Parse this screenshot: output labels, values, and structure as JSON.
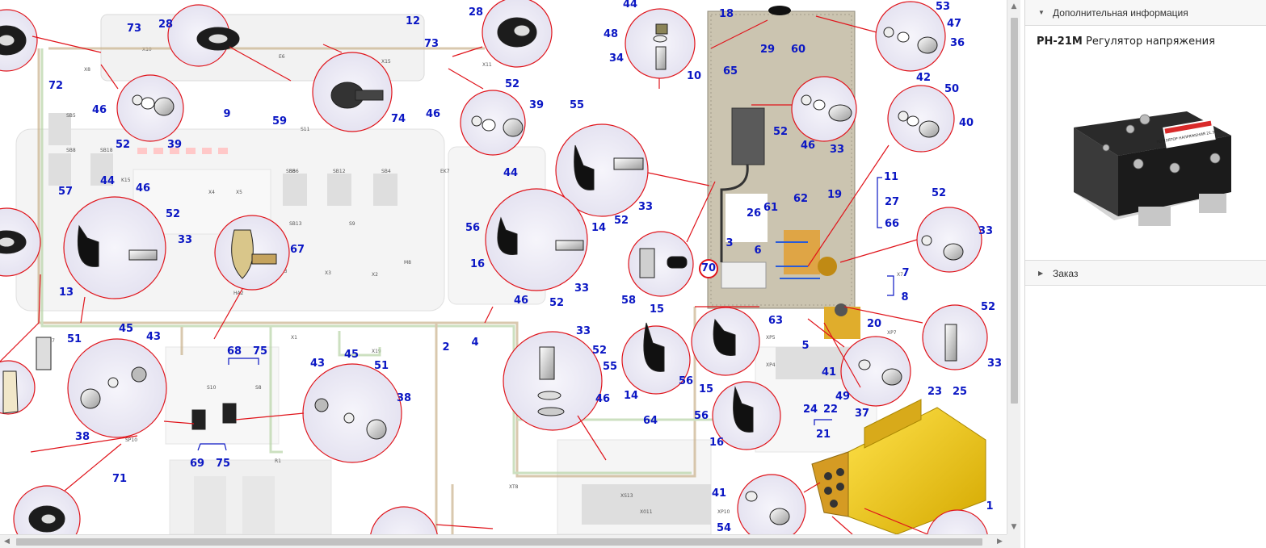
{
  "info_panel": {
    "additional_info_header": "Дополнительная информация",
    "part_code": "РН-21М",
    "part_name": "Регулятор напряжения",
    "photo_label": "РЕГУЛЯТОР НАПРЯЖЕНИЯ 21.3702",
    "order_header": "Заказ"
  },
  "diagram": {
    "callouts": [
      "73",
      "28",
      "12",
      "28",
      "73",
      "72",
      "46",
      "52",
      "39",
      "9",
      "74",
      "59",
      "46",
      "52",
      "39",
      "44",
      "48",
      "34",
      "18",
      "53",
      "47",
      "36",
      "29",
      "60",
      "10",
      "65",
      "52",
      "46",
      "33",
      "42",
      "50",
      "40",
      "55",
      "52",
      "33",
      "11",
      "27",
      "66",
      "19",
      "62",
      "26",
      "61",
      "52",
      "33",
      "3",
      "70",
      "6",
      "58",
      "15",
      "63",
      "5",
      "7",
      "8",
      "57",
      "44",
      "46",
      "52",
      "33",
      "13",
      "67",
      "44",
      "56",
      "16",
      "46",
      "52",
      "33",
      "2",
      "4",
      "51",
      "45",
      "43",
      "38",
      "68",
      "75",
      "69",
      "75",
      "71",
      "43",
      "45",
      "51",
      "38",
      "33",
      "52",
      "46",
      "55",
      "14",
      "56",
      "15",
      "41",
      "49",
      "37",
      "20",
      "52",
      "33",
      "56",
      "16",
      "64",
      "24",
      "22",
      "21",
      "23",
      "25",
      "1",
      "41",
      "54",
      "14"
    ],
    "component_labels": [
      "X10",
      "X8",
      "X15",
      "X11",
      "E6",
      "SB5",
      "SB6",
      "SB8",
      "SB18",
      "SB6",
      "SB12",
      "SB4",
      "EK7",
      "SB13",
      "S9",
      "S11",
      "K15",
      "HA2",
      "S13",
      "X3",
      "X2",
      "M8",
      "X1",
      "X19",
      "M7",
      "S10",
      "S8",
      "SP10",
      "R1",
      "XT8",
      "XS13",
      "X011",
      "XP10",
      "XP5",
      "XP4",
      "XP7",
      "X7",
      "X4",
      "X5"
    ]
  },
  "colors": {
    "callout_text": "#0b17c4",
    "leader_line": "#e0141b",
    "zoom_circle_fill": "#ecebf5",
    "zoom_circle_stroke": "#e0141b",
    "panel_bg": "#c9c1ad",
    "yellow_part": "#f0c716"
  },
  "icons": [
    "collapse-triangle-icon",
    "expand-triangle-icon",
    "scroll-left-arrow-icon",
    "scroll-right-arrow-icon",
    "scroll-up-arrow-icon",
    "scroll-down-arrow-icon"
  ]
}
